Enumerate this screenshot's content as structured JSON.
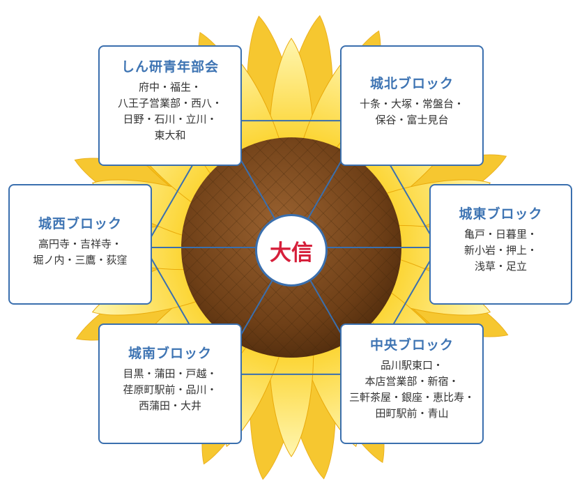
{
  "center": {
    "label": "大信"
  },
  "colors": {
    "accent_blue": "#3e74b3",
    "center_red": "#d61f3a",
    "petal_yellow": "#fcd430",
    "seed_brown": "#7a4a1f"
  },
  "blocks": [
    {
      "title": "しん研青年部会",
      "lines": [
        "府中・福生・",
        "八王子営業部・西八・",
        "日野・石川・立川・",
        "東大和"
      ]
    },
    {
      "title": "城北ブロック",
      "lines": [
        "十条・大塚・常盤台・",
        "保谷・富士見台"
      ]
    },
    {
      "title": "城西ブロック",
      "lines": [
        "高円寺・吉祥寺・",
        "堀ノ内・三鷹・荻窪"
      ]
    },
    {
      "title": "城東ブロック",
      "lines": [
        "亀戸・日暮里・",
        "新小岩・押上・",
        "浅草・足立"
      ]
    },
    {
      "title": "城南ブロック",
      "lines": [
        "目黒・蒲田・戸越・",
        "荏原町駅前・品川・",
        "西蒲田・大井"
      ]
    },
    {
      "title": "中央ブロック",
      "lines": [
        "品川駅東口・",
        "本店営業部・新宿・",
        "三軒茶屋・銀座・恵比寿・",
        "田町駅前・青山"
      ]
    }
  ]
}
